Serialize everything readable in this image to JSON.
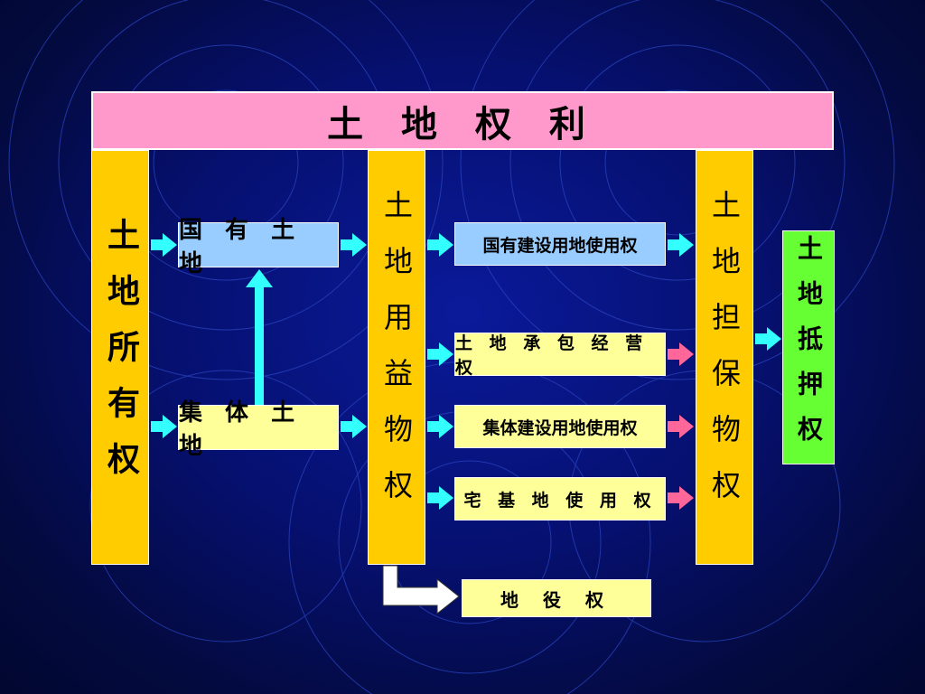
{
  "title": "土 地 权 利",
  "ownership_column": "土地所有权",
  "usufruct_column": "土地用益物权",
  "security_column": "土地担保物权",
  "mortgage_column": "土地抵押权",
  "state_land": "国 有 土 地",
  "collective_land": "集 体 土 地",
  "rights": {
    "state_construction": "国有建设用地使用权",
    "land_contract": "土 地 承 包 经 营 权",
    "collective_construction": "集体建设用地使用权",
    "homestead": "宅 基 地 使 用 权"
  },
  "easement": "地 役 权",
  "colors": {
    "title_bg": "#ff99cc",
    "column_bg": "#ffcc00",
    "mortgage_bg": "#66ff33",
    "state_bg": "#99ccff",
    "label_bg": "#ffff99",
    "arrow_cyan": "#33ffff",
    "arrow_pink": "#ff6699"
  }
}
